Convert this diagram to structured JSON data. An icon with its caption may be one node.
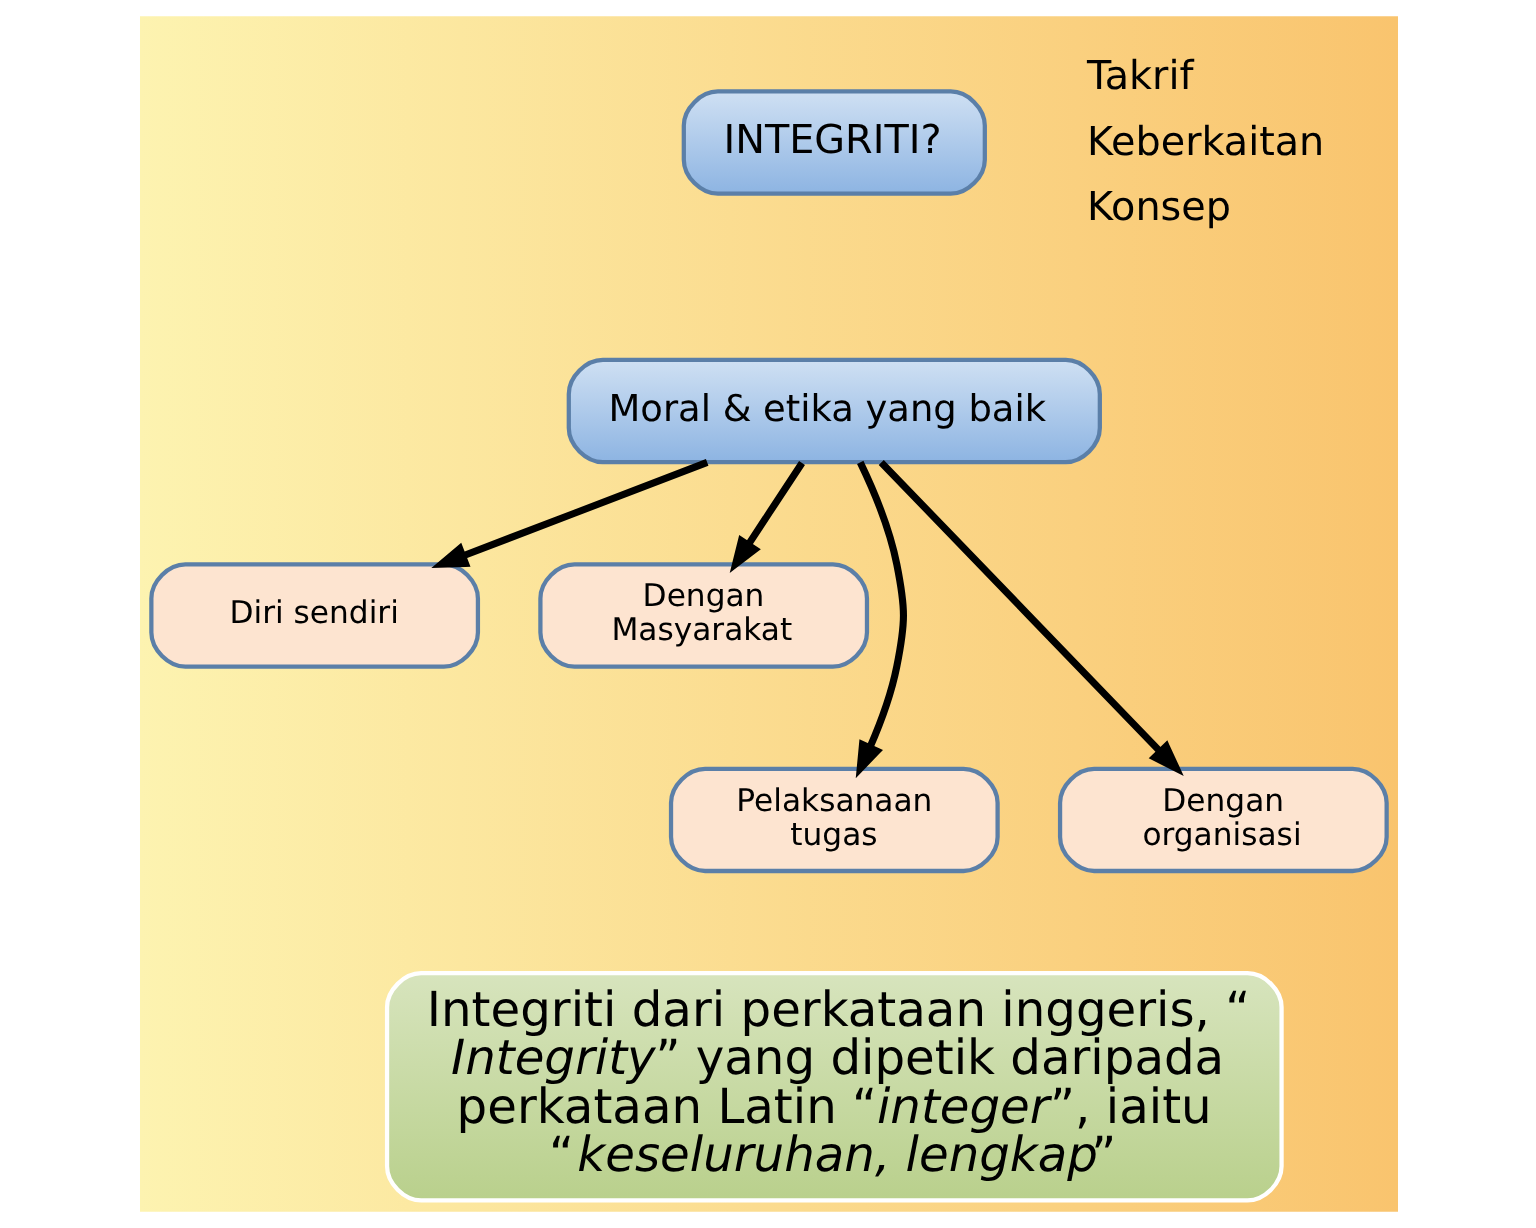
{
  "diagram": {
    "nodes": [
      {
        "text": [
          "INTEGRITI?"
        ]
      },
      {
        "text": [
          "Moral & etika yang baik"
        ]
      },
      {
        "text": [
          "Diri sendiri"
        ]
      },
      {
        "text": [
          "Dengan Masyarakat"
        ]
      },
      {
        "text": [
          "Pelaksanaan tugas"
        ]
      },
      {
        "text": [
          "Dengan organisasi"
        ]
      },
      {
        "text": [
          "Integriti dari perkataan inggeris, “ *Integrity*” yang dipetik daripada perkataan Latin “*integer*”, iaitu “*keseluruhan, lengkap*”"
        ]
      }
    ],
    "edges": [
      {
        "from": 1,
        "to": 2,
        "arrow": "to"
      },
      {
        "from": 1,
        "to": 4,
        "arrow": "to"
      },
      {
        "from": 1,
        "to": 5,
        "arrow": "to"
      },
      {
        "from": 1,
        "to": 3,
        "arrow": "to"
      }
    ],
    "labels": [
      "Takrif",
      "Keberkaitan",
      "Konsep"
    ]
  }
}
